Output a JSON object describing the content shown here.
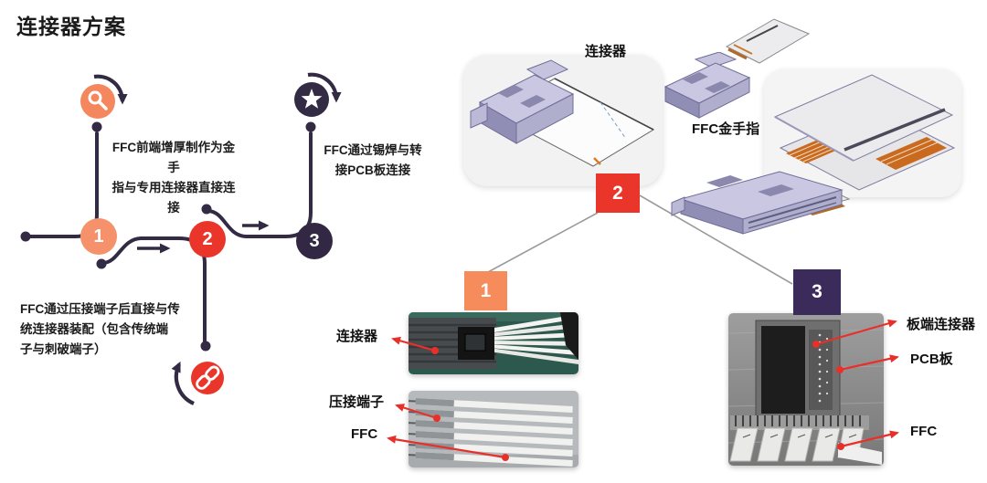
{
  "title": "连接器方案",
  "colors": {
    "dark_purple": "#332A44",
    "node_orange": "#F6926B",
    "icon_orange": "#F5875F",
    "red": "#E9352A",
    "branch_orange": "#F68C5B",
    "branch_purple": "#3A2B5B",
    "callout_red": "#E8302A",
    "card_gray": "#F2F2F2"
  },
  "timeline": {
    "step1": {
      "num": "1",
      "icon": "search-icon",
      "desc": "FFC前端增厚制作为金手\n指与专用连接器直接连接"
    },
    "step2": {
      "num": "2",
      "icon": "link-icon",
      "desc": "FFC通过压接端子后直接与传\n统连接器装配（包含传统端\n子与刺破端子）"
    },
    "step3": {
      "num": "3",
      "icon": "star-icon",
      "desc": "FFC通过锡焊与转\n接PCB板连接"
    }
  },
  "solution": {
    "connector_card_label": "连接器",
    "gold_finger_label": "FFC金手指",
    "branch1_num": "1",
    "branch2_num": "2",
    "branch3_num": "3",
    "crimp_callouts": {
      "connector": "连接器",
      "crimp_terminal": "压接端子",
      "ffc": "FFC"
    },
    "solder_callouts": {
      "board_connector": "板端连接器",
      "pcb": "PCB板",
      "ffc": "FFC"
    }
  }
}
